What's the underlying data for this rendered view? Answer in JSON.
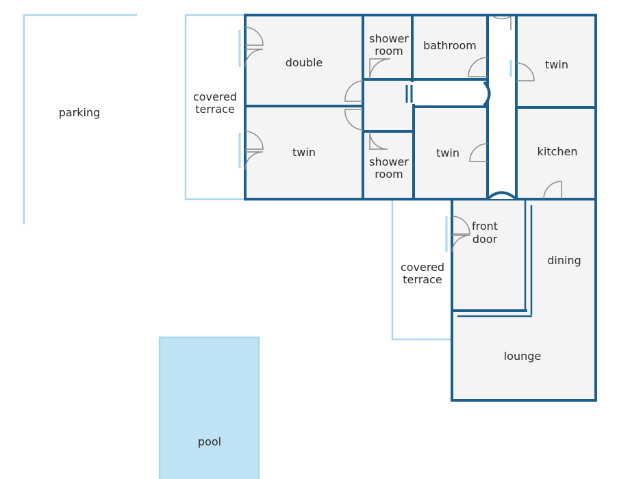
{
  "colors": {
    "wall": "#1d5f8c",
    "outline": "#a9d8ec",
    "pool": "#bfe2f5",
    "room_fill": "#f4f4f4",
    "door_swing": "#8a8a8a",
    "text": "#2b2b2b"
  },
  "labels": {
    "parking": "parking",
    "covered_terrace": [
      "covered",
      "terrace"
    ],
    "double": "double",
    "twin": "twin",
    "shower_room": [
      "shower",
      "room"
    ],
    "bathroom": "bathroom",
    "kitchen": "kitchen",
    "front_door": [
      "front",
      "door"
    ],
    "dining": "dining",
    "lounge": "lounge",
    "pool": "pool"
  }
}
